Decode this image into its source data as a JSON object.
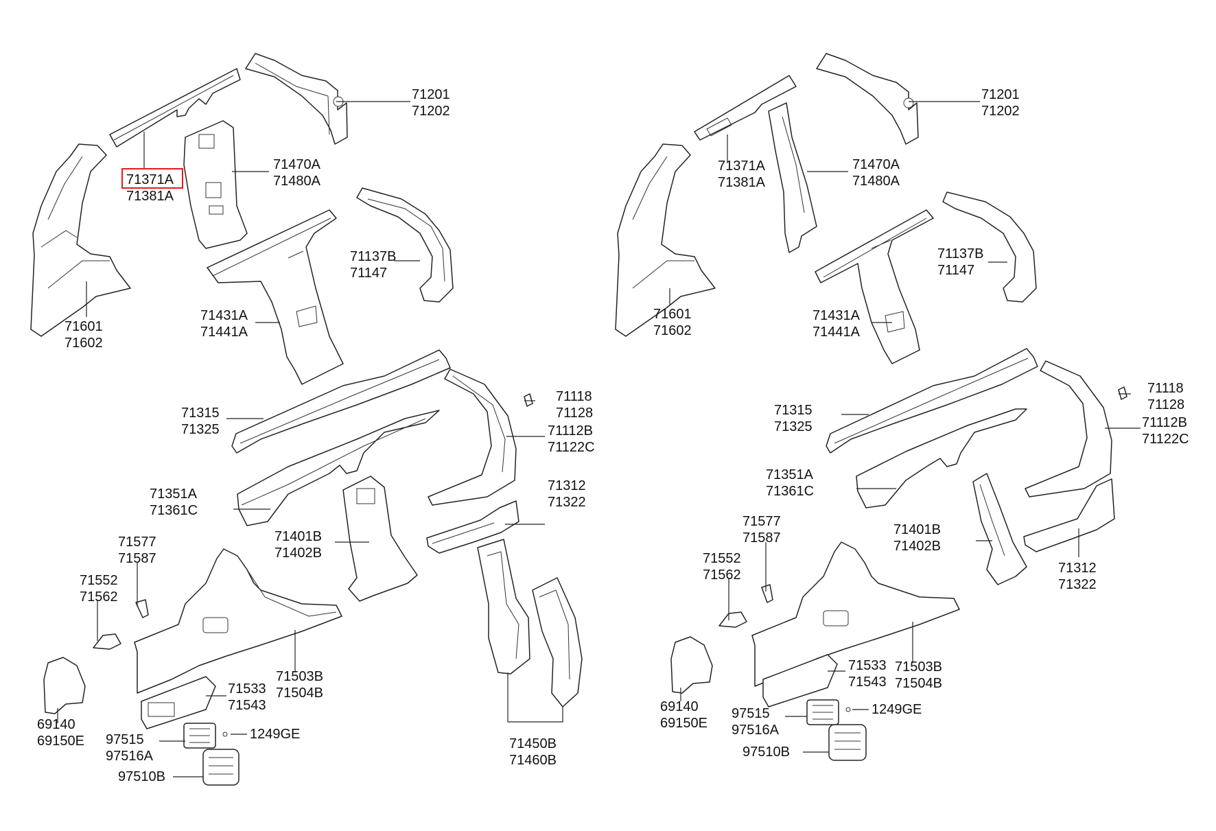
{
  "highlight_color": "#e01b1b",
  "left_panel": {
    "highlighted_label": "71371A",
    "labels": {
      "p71201": "71201",
      "p71202": "71202",
      "p71371a": "71371A",
      "p71381a": "71381A",
      "p71470a": "71470A",
      "p71480a": "71480A",
      "p71137b": "71137B",
      "p71147": "71147",
      "p71601": "71601",
      "p71602": "71602",
      "p71431a": "71431A",
      "p71441a": "71441A",
      "p71118": "71118",
      "p71128": "71128",
      "p71315": "71315",
      "p71325": "71325",
      "p71112b": "71112B",
      "p71122c": "71122C",
      "p71351a": "71351A",
      "p71361c": "71361C",
      "p71312": "71312",
      "p71322": "71322",
      "p71577": "71577",
      "p71587": "71587",
      "p71401b": "71401B",
      "p71402b": "71402B",
      "p71552": "71552",
      "p71562": "71562",
      "p71503b": "71503B",
      "p71504b": "71504B",
      "p71533": "71533",
      "p71543": "71543",
      "p69140": "69140",
      "p69150e": "69150E",
      "p97515": "97515",
      "p97516a": "97516A",
      "p1249ge": "1249GE",
      "p97510b": "97510B",
      "p71450b": "71450B",
      "p71460b": "71460B"
    }
  },
  "right_panel": {
    "labels": {
      "p71201": "71201",
      "p71202": "71202",
      "p71371a": "71371A",
      "p71381a": "71381A",
      "p71470a": "71470A",
      "p71480a": "71480A",
      "p71137b": "71137B",
      "p71147": "71147",
      "p71601": "71601",
      "p71602": "71602",
      "p71431a": "71431A",
      "p71441a": "71441A",
      "p71118": "71118",
      "p71128": "71128",
      "p71315": "71315",
      "p71325": "71325",
      "p71112b": "71112B",
      "p71122c": "71122C",
      "p71351a": "71351A",
      "p71361c": "71361C",
      "p71577": "71577",
      "p71587": "71587",
      "p71552": "71552",
      "p71562": "71562",
      "p71401b": "71401B",
      "p71402b": "71402B",
      "p71312": "71312",
      "p71322": "71322",
      "p71533": "71533",
      "p71543": "71543",
      "p71503b": "71503B",
      "p71504b": "71504B",
      "p69140": "69140",
      "p69150e": "69150E",
      "p97515": "97515",
      "p97516a": "97516A",
      "p1249ge": "1249GE",
      "p97510b": "97510B"
    }
  }
}
